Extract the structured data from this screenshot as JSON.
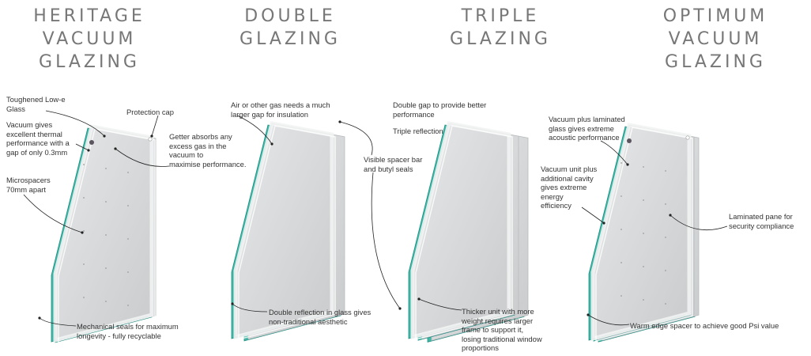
{
  "panels": [
    {
      "id": "heritage",
      "title": [
        "HERITAGE",
        "VACUUM",
        "GLAZING"
      ],
      "notes": [
        {
          "id": "toughened",
          "lines": [
            "Toughened Low-e",
            "Glass"
          ]
        },
        {
          "id": "protection-cap",
          "lines": [
            "Protection cap"
          ]
        },
        {
          "id": "vacuum-gap",
          "lines": [
            "Vacuum gives",
            "excellent thermal",
            "performance with a",
            "gap of only 0.3mm"
          ]
        },
        {
          "id": "getter",
          "lines": [
            "Getter absorbs any",
            "excess gas in the",
            "vacuum to",
            "maximise performance."
          ]
        },
        {
          "id": "microspacers",
          "lines": [
            "Microspacers",
            "70mm apart"
          ]
        },
        {
          "id": "mechanical-seals",
          "lines": [
            "Mechanical seals for maximum",
            "longevity - fully recyclable"
          ]
        }
      ]
    },
    {
      "id": "double",
      "title": [
        "DOUBLE",
        "GLAZING"
      ],
      "notes": [
        {
          "id": "air-gap",
          "lines": [
            "Air or other gas needs a much",
            "larger gap for insulation"
          ]
        },
        {
          "id": "double-reflection",
          "lines": [
            "Double reflection in glass gives",
            "non-traditional aesthetic"
          ]
        }
      ]
    },
    {
      "id": "triple",
      "title": [
        "TRIPLE",
        "GLAZING"
      ],
      "notes": [
        {
          "id": "double-gap",
          "lines": [
            "Double gap to provide better",
            "performance"
          ]
        },
        {
          "id": "triple-reflection",
          "lines": [
            "Triple reflection"
          ]
        },
        {
          "id": "spacer-bar",
          "lines": [
            "Visible spacer bar",
            "and butyl seals"
          ]
        },
        {
          "id": "thicker-unit",
          "lines": [
            "Thicker unit with more",
            "weight requires larger",
            "frame to support it,",
            "losing traditional window",
            "proportions"
          ]
        }
      ]
    },
    {
      "id": "optimum",
      "title": [
        "OPTIMUM",
        "VACUUM",
        "GLAZING"
      ],
      "notes": [
        {
          "id": "vacuum-laminated",
          "lines": [
            "Vacuum plus laminated",
            "glass gives extreme",
            "acoustic performance"
          ]
        },
        {
          "id": "vacuum-cavity",
          "lines": [
            "Vacuum unit plus",
            "additional cavity",
            "gives extreme",
            "energy",
            "efficiency"
          ]
        },
        {
          "id": "laminated-pane",
          "lines": [
            "Laminated pane for",
            "security compliance"
          ]
        },
        {
          "id": "warm-edge",
          "lines": [
            "Warm edge spacer to achieve good Psi value"
          ]
        }
      ]
    }
  ],
  "colors": {
    "title": "#777777",
    "text": "#333333",
    "glass_face": "#d9dbdc",
    "glass_edge": "#3fb8a8",
    "glass_edge_dark": "#1f8f82",
    "frame": "#f2f3f3",
    "leader": "#222222"
  }
}
